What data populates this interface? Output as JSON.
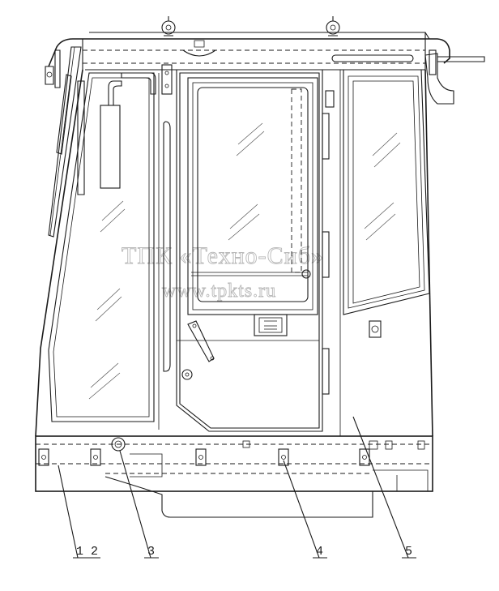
{
  "watermark": {
    "line1": "ТПК «Техно-Сиб»",
    "line2": "www.tpkts.ru"
  },
  "callouts": [
    {
      "id": "c12",
      "label": "1 2"
    },
    {
      "id": "c3",
      "label": "3"
    },
    {
      "id": "c4",
      "label": "4"
    },
    {
      "id": "c5",
      "label": "5"
    }
  ]
}
